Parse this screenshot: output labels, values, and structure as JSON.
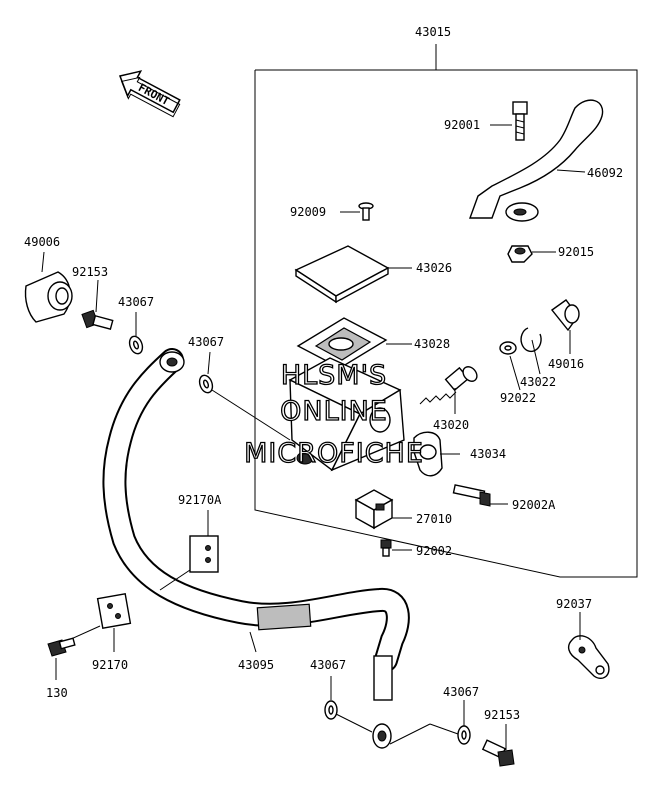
{
  "diagram": {
    "front_label": "FRONT",
    "watermark": [
      "HLSM'S",
      "ONLINE",
      "MICROFICHE"
    ],
    "assembly_label": "43015",
    "labels": {
      "p43015": "43015",
      "p92001": "92001",
      "p46092": "46092",
      "p92009": "92009",
      "p92015": "92015",
      "p43026": "43026",
      "p49006": "49006",
      "p92153a": "92153",
      "p43067a": "43067",
      "p43067b": "43067",
      "p43028": "43028",
      "p92022": "92022",
      "p43022": "43022",
      "p49016": "49016",
      "p43020": "43020",
      "p43034": "43034",
      "p92170a": "92170A",
      "p92002a": "92002A",
      "p27010": "27010",
      "p92002": "92002",
      "p92037": "92037",
      "p92170": "92170",
      "p43095": "43095",
      "p43067c": "43067",
      "p43067d": "43067",
      "p130": "130",
      "p92153b": "92153"
    }
  }
}
